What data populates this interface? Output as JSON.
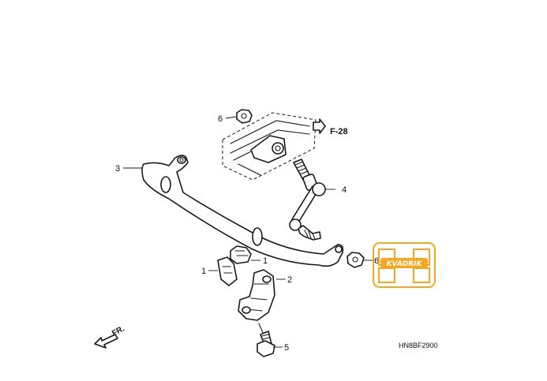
{
  "callouts": {
    "stabilizer_bar": "3",
    "nut_upper": "6",
    "link": "4",
    "nut_lower": "6",
    "bushing": "1",
    "bushing_left": "1",
    "holder": "2",
    "bolt": "5"
  },
  "reference": "F-28",
  "front_label": "FR.",
  "diagram_code": "HN8BF2900",
  "watermark": {
    "text": "KVADRIK",
    "color": "#f5a623"
  }
}
